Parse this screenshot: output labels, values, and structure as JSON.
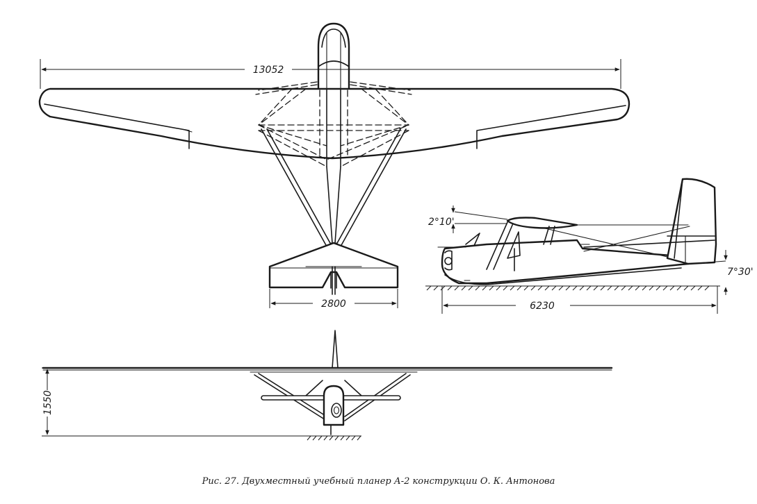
{
  "dimensions": {
    "wingspan": "13052",
    "stabilizer_span": "2800",
    "length": "6230",
    "height": "1550",
    "wing_angle": "2°10'",
    "ground_angle": "7°30'"
  },
  "caption": "Рис. 27. Двухместный учебный планер А-2 конструкции О. К. Антонова",
  "colors": {
    "ink": "#1a1a1a",
    "paper": "#ffffff"
  }
}
